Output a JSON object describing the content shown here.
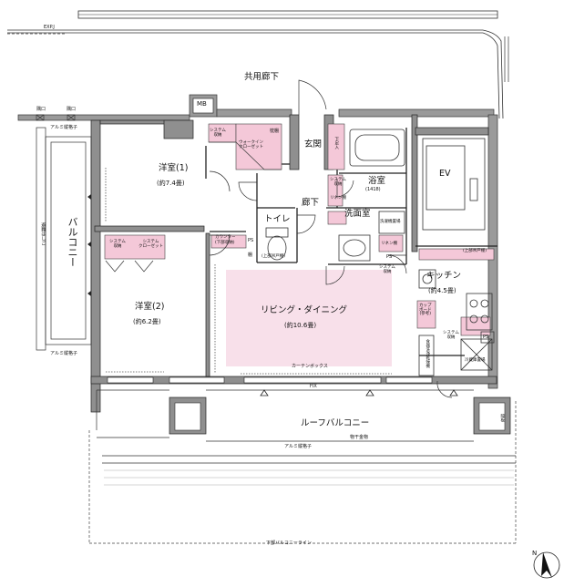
{
  "labels": {
    "exp_j": "EXP.J",
    "common_corridor": "共用廊下",
    "mb": "MB",
    "koguchi_1": "隅口",
    "koguchi_2": "隅口",
    "alumi_top": "アルミ縦格子",
    "alumi_bottom": "アルミ縦格子",
    "alumi_roof": "アルミ縦格子",
    "balcony": "バルコニー",
    "emergency_ladder": "避難はしご",
    "west_room1_name": "洋室(1)",
    "west_room1_size": "(約7.4畳)",
    "walkin_closet": "ウォークイン\nクローゼット",
    "system_storage_1": "システム\n収納",
    "makuradana": "枕棚",
    "genkan": "玄関",
    "shoes_storage": "下足入",
    "bath_name": "浴室",
    "bath_size": "(1418)",
    "system_storage_bath": "システム\n収納",
    "linen_shelf_1": "リネン棚",
    "corridor": "廊下",
    "toilet": "トイレ",
    "washroom": "洗面室",
    "washer_space": "洗濯機置場",
    "linen_shelf_2": "リネン棚",
    "ps_1": "PS",
    "ps_2": "PS",
    "ps_3": "PS",
    "counter_label": "カウンター",
    "counter_sub": "(下部収納)",
    "upper_storage_1": "(上部吊戸棚)",
    "upper_storage_2": "(上部吊戸棚)",
    "shelf": "棚",
    "system_storage_2": "システム\n収納",
    "system_closet": "システム\nクローゼット",
    "west_room2_name": "洋室(2)",
    "west_room2_size": "(約6.2畳)",
    "ld_name": "リビング・ダイニング",
    "ld_size": "(約10.6畳)",
    "kitchen_name": "キッチン",
    "kitchen_size": "(約4.5畳)",
    "system_storage_kitchen": "システム\n収納",
    "system_storage_k2": "システム\n収納",
    "cupboard": "カップ\nボード\n(参考)",
    "dishwasher": "食器洗浄乾燥機",
    "fridge": "冷蔵庫置場",
    "ev": "EV",
    "curtain_box": "カーテンボックス",
    "fix_label": "FIX",
    "roof_balcony": "ルーフバルコニー",
    "clothes_hanger": "物干金物",
    "lower_balcony_line": "下部バルコニーライン",
    "north": "N",
    "right_small": "隔板"
  }
}
